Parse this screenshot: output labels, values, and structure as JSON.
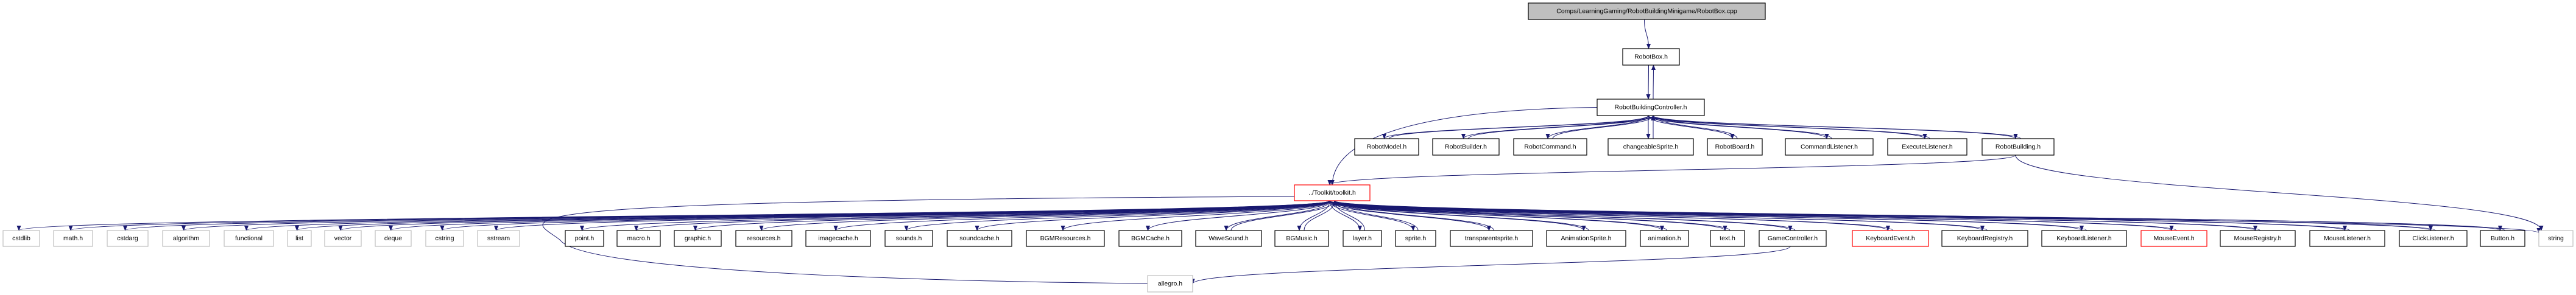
{
  "diagram": {
    "type": "include-dependency-graph",
    "edge_color": "#191970",
    "legend": {
      "root_fill": "#bfbfbf",
      "system_header_border": "#bfbfbf",
      "truncated_border": "#ff0000",
      "normal_border": "#000000"
    },
    "nodes": [
      {
        "id": "root",
        "label": "Comps/LearningGaming/RobotBuildingMinigame/RobotBox.cpp",
        "kind": "root"
      },
      {
        "id": "robotbox",
        "label": "RobotBox.h",
        "kind": "normal"
      },
      {
        "id": "rbc",
        "label": "RobotBuildingController.h",
        "kind": "normal"
      },
      {
        "id": "robotmodel",
        "label": "RobotModel.h",
        "kind": "normal"
      },
      {
        "id": "robotbuilder",
        "label": "RobotBuilder.h",
        "kind": "normal"
      },
      {
        "id": "robotcommand",
        "label": "RobotCommand.h",
        "kind": "normal"
      },
      {
        "id": "changeablesprite",
        "label": "changeableSprite.h",
        "kind": "normal"
      },
      {
        "id": "robotboard",
        "label": "RobotBoard.h",
        "kind": "normal"
      },
      {
        "id": "commandlistener",
        "label": "CommandListener.h",
        "kind": "normal"
      },
      {
        "id": "executelistener",
        "label": "ExecuteListener.h",
        "kind": "normal"
      },
      {
        "id": "robotbuilding",
        "label": "RobotBuilding.h",
        "kind": "normal"
      },
      {
        "id": "toolkit",
        "label": "../Toolkit/toolkit.h",
        "kind": "truncated"
      },
      {
        "id": "cstdlib",
        "label": "cstdlib",
        "kind": "system"
      },
      {
        "id": "math",
        "label": "math.h",
        "kind": "system"
      },
      {
        "id": "cstdarg",
        "label": "cstdarg",
        "kind": "system"
      },
      {
        "id": "algorithm",
        "label": "algorithm",
        "kind": "system"
      },
      {
        "id": "functional",
        "label": "functional",
        "kind": "system"
      },
      {
        "id": "list",
        "label": "list",
        "kind": "system"
      },
      {
        "id": "vector",
        "label": "vector",
        "kind": "system"
      },
      {
        "id": "deque",
        "label": "deque",
        "kind": "system"
      },
      {
        "id": "cstring",
        "label": "cstring",
        "kind": "system"
      },
      {
        "id": "sstream",
        "label": "sstream",
        "kind": "system"
      },
      {
        "id": "point",
        "label": "point.h",
        "kind": "normal"
      },
      {
        "id": "macro",
        "label": "macro.h",
        "kind": "normal"
      },
      {
        "id": "graphic",
        "label": "graphic.h",
        "kind": "normal"
      },
      {
        "id": "resources",
        "label": "resources.h",
        "kind": "normal"
      },
      {
        "id": "imagecache",
        "label": "imagecache.h",
        "kind": "normal"
      },
      {
        "id": "sounds",
        "label": "sounds.h",
        "kind": "normal"
      },
      {
        "id": "soundcache",
        "label": "soundcache.h",
        "kind": "normal"
      },
      {
        "id": "bgmresources",
        "label": "BGMResources.h",
        "kind": "normal"
      },
      {
        "id": "bgmcache",
        "label": "BGMCache.h",
        "kind": "normal"
      },
      {
        "id": "wavesound",
        "label": "WaveSound.h",
        "kind": "normal"
      },
      {
        "id": "bgmusic",
        "label": "BGMusic.h",
        "kind": "normal"
      },
      {
        "id": "layer",
        "label": "layer.h",
        "kind": "normal"
      },
      {
        "id": "sprite",
        "label": "sprite.h",
        "kind": "normal"
      },
      {
        "id": "transparentsprite",
        "label": "transparentsprite.h",
        "kind": "normal"
      },
      {
        "id": "animationsprite",
        "label": "AnimationSprite.h",
        "kind": "normal"
      },
      {
        "id": "animation",
        "label": "animation.h",
        "kind": "normal"
      },
      {
        "id": "text",
        "label": "text.h",
        "kind": "normal"
      },
      {
        "id": "gamecontroller",
        "label": "GameController.h",
        "kind": "normal"
      },
      {
        "id": "keyboardevent",
        "label": "KeyboardEvent.h",
        "kind": "truncated"
      },
      {
        "id": "keyboardregistry",
        "label": "KeyboardRegistry.h",
        "kind": "normal"
      },
      {
        "id": "keyboardlistener",
        "label": "KeyboardListener.h",
        "kind": "normal"
      },
      {
        "id": "mouseevent",
        "label": "MouseEvent.h",
        "kind": "truncated"
      },
      {
        "id": "mouseregistry",
        "label": "MouseRegistry.h",
        "kind": "normal"
      },
      {
        "id": "mouselistener",
        "label": "MouseListener.h",
        "kind": "normal"
      },
      {
        "id": "clicklistener",
        "label": "ClickListener.h",
        "kind": "normal"
      },
      {
        "id": "button",
        "label": "Button.h",
        "kind": "normal"
      },
      {
        "id": "string",
        "label": "string",
        "kind": "system"
      },
      {
        "id": "allegro",
        "label": "allegro.h",
        "kind": "system"
      }
    ],
    "edges": [
      [
        "root",
        "robotbox"
      ],
      [
        "robotbox",
        "rbc"
      ],
      [
        "rbc",
        "robotbox"
      ],
      [
        "rbc",
        "toolkit"
      ],
      [
        "rbc",
        "robotmodel"
      ],
      [
        "robotmodel",
        "rbc"
      ],
      [
        "rbc",
        "robotbuilder"
      ],
      [
        "robotbuilder",
        "rbc"
      ],
      [
        "rbc",
        "robotcommand"
      ],
      [
        "robotcommand",
        "rbc"
      ],
      [
        "rbc",
        "changeablesprite"
      ],
      [
        "changeablesprite",
        "rbc"
      ],
      [
        "rbc",
        "robotboard"
      ],
      [
        "robotboard",
        "rbc"
      ],
      [
        "rbc",
        "commandlistener"
      ],
      [
        "commandlistener",
        "rbc"
      ],
      [
        "rbc",
        "executelistener"
      ],
      [
        "executelistener",
        "rbc"
      ],
      [
        "rbc",
        "robotbuilding"
      ],
      [
        "robotbuilding",
        "rbc"
      ],
      [
        "robotbuilding",
        "toolkit"
      ],
      [
        "robotbuilding",
        "string"
      ],
      [
        "toolkit",
        "cstdlib"
      ],
      [
        "toolkit",
        "math"
      ],
      [
        "toolkit",
        "cstdarg"
      ],
      [
        "toolkit",
        "algorithm"
      ],
      [
        "toolkit",
        "functional"
      ],
      [
        "toolkit",
        "list"
      ],
      [
        "toolkit",
        "vector"
      ],
      [
        "toolkit",
        "deque"
      ],
      [
        "toolkit",
        "cstring"
      ],
      [
        "toolkit",
        "sstream"
      ],
      [
        "toolkit",
        "allegro"
      ],
      [
        "toolkit",
        "point"
      ],
      [
        "toolkit",
        "macro"
      ],
      [
        "toolkit",
        "graphic"
      ],
      [
        "toolkit",
        "resources"
      ],
      [
        "toolkit",
        "imagecache"
      ],
      [
        "toolkit",
        "sounds"
      ],
      [
        "toolkit",
        "soundcache"
      ],
      [
        "toolkit",
        "bgmresources"
      ],
      [
        "toolkit",
        "bgmcache"
      ],
      [
        "toolkit",
        "wavesound"
      ],
      [
        "wavesound",
        "toolkit"
      ],
      [
        "toolkit",
        "bgmusic"
      ],
      [
        "bgmusic",
        "toolkit"
      ],
      [
        "toolkit",
        "layer"
      ],
      [
        "layer",
        "toolkit"
      ],
      [
        "toolkit",
        "sprite"
      ],
      [
        "sprite",
        "toolkit"
      ],
      [
        "toolkit",
        "transparentsprite"
      ],
      [
        "transparentsprite",
        "toolkit"
      ],
      [
        "toolkit",
        "animationsprite"
      ],
      [
        "animationsprite",
        "toolkit"
      ],
      [
        "toolkit",
        "animation"
      ],
      [
        "animation",
        "toolkit"
      ],
      [
        "toolkit",
        "text"
      ],
      [
        "text",
        "toolkit"
      ],
      [
        "toolkit",
        "gamecontroller"
      ],
      [
        "gamecontroller",
        "toolkit"
      ],
      [
        "gamecontroller",
        "allegro"
      ],
      [
        "toolkit",
        "keyboardevent"
      ],
      [
        "keyboardevent",
        "toolkit"
      ],
      [
        "toolkit",
        "keyboardregistry"
      ],
      [
        "keyboardregistry",
        "toolkit"
      ],
      [
        "toolkit",
        "keyboardlistener"
      ],
      [
        "keyboardlistener",
        "toolkit"
      ],
      [
        "toolkit",
        "mouseevent"
      ],
      [
        "mouseevent",
        "toolkit"
      ],
      [
        "toolkit",
        "mouseregistry"
      ],
      [
        "mouseregistry",
        "toolkit"
      ],
      [
        "toolkit",
        "mouselistener"
      ],
      [
        "mouselistener",
        "toolkit"
      ],
      [
        "toolkit",
        "clicklistener"
      ],
      [
        "clicklistener",
        "toolkit"
      ],
      [
        "toolkit",
        "button"
      ],
      [
        "button",
        "toolkit"
      ],
      [
        "toolkit",
        "string"
      ]
    ]
  }
}
